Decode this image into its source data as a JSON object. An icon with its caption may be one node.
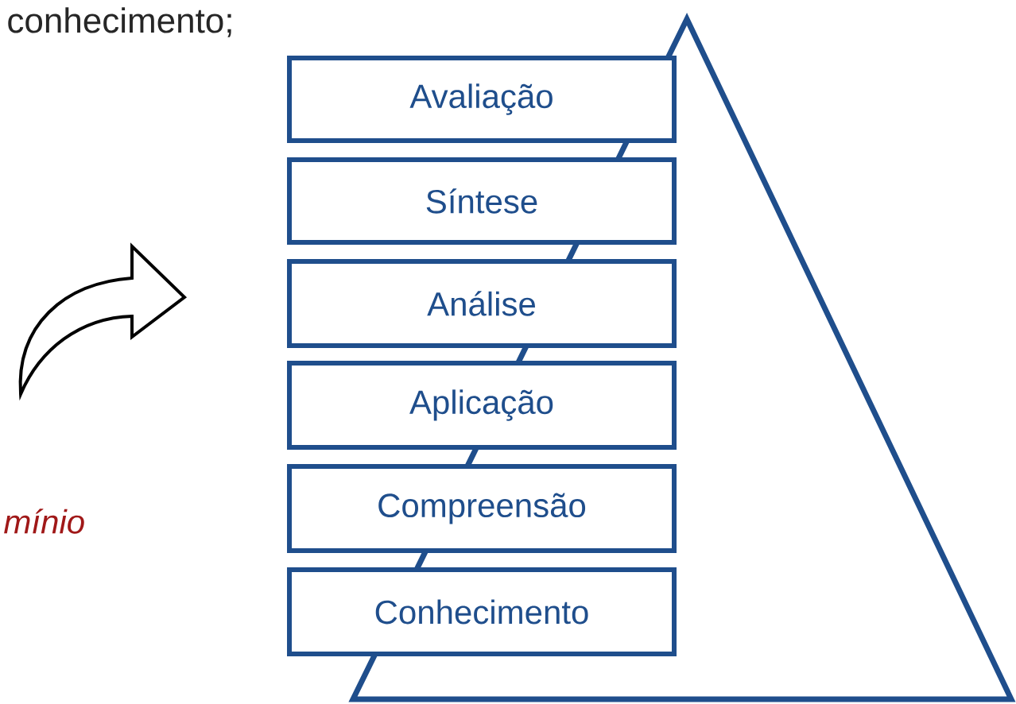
{
  "diagram": {
    "nodes": [
      {
        "text": [
          "Avaliação"
        ]
      },
      {
        "text": [
          "Síntese"
        ]
      },
      {
        "text": [
          "Análise"
        ]
      },
      {
        "text": [
          "Aplicação"
        ]
      },
      {
        "text": [
          "Compreensão"
        ]
      },
      {
        "text": [
          "Conhecimento"
        ]
      }
    ],
    "labels": [
      "conhecimento;",
      "mínio"
    ]
  }
}
